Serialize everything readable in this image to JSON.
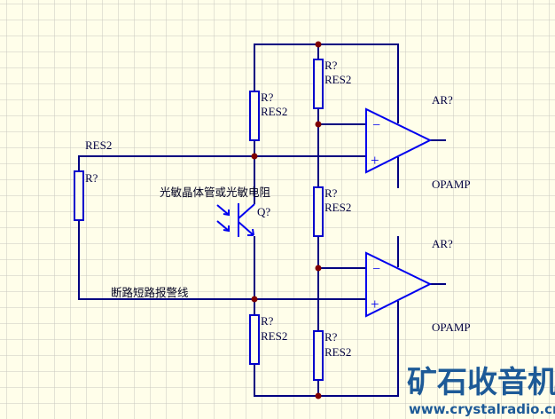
{
  "colors": {
    "background": "#fffeea",
    "grid": "#c8c8c0",
    "wire": "#000080",
    "component": "#0000ee",
    "junction": "#800000",
    "watermark": "#1d5a97"
  },
  "labels": {
    "res2_net": "RES2",
    "r_left": "R?",
    "r_top_left_ref": "R?",
    "r_top_left_val": "RES2",
    "r_top_mid_ref": "R?",
    "r_top_mid_val": "RES2",
    "r_mid_ref": "R?",
    "r_mid_val": "RES2",
    "r_bot_left_ref": "R?",
    "r_bot_left_val": "RES2",
    "r_bot_mid_ref": "R?",
    "r_bot_mid_val": "RES2",
    "phototransistor_note": "光敏晶体管或光敏电阻",
    "q_ref": "Q?",
    "alarm_line": "断路短路报警线",
    "opamp1_ref": "AR?",
    "opamp1_val": "OPAMP",
    "opamp2_ref": "AR?",
    "opamp2_val": "OPAMP",
    "minus": "−",
    "plus": "+"
  },
  "watermark": {
    "title": "矿石收音机",
    "url": "www.crystalradio.cn"
  }
}
